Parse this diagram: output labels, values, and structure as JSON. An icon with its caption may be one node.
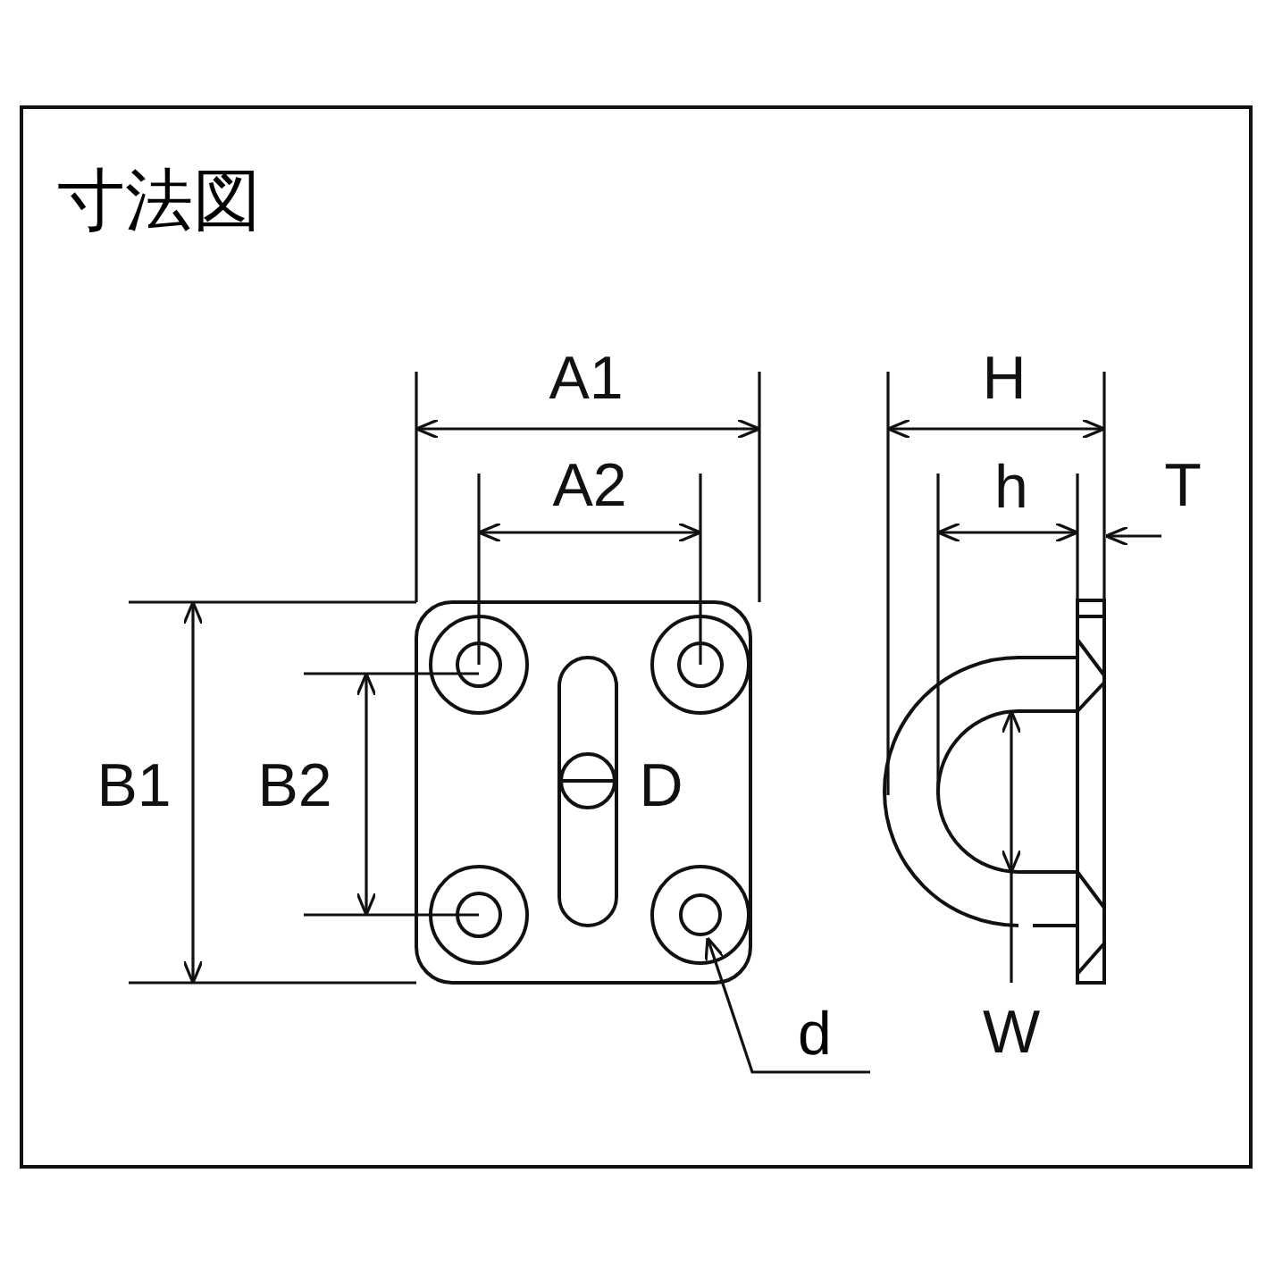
{
  "diagram": {
    "title": "寸法図",
    "nodes": [
      {
        "text": [
          "d"
        ]
      },
      {
        "text": [],
        "shape": "circle"
      }
    ],
    "edges": [
      {
        "from": 0,
        "to": 1,
        "arrow": "to"
      }
    ],
    "labels": [
      "A1",
      "A2",
      "H",
      "h",
      "T",
      "B1",
      "B2",
      "D",
      "W"
    ]
  }
}
